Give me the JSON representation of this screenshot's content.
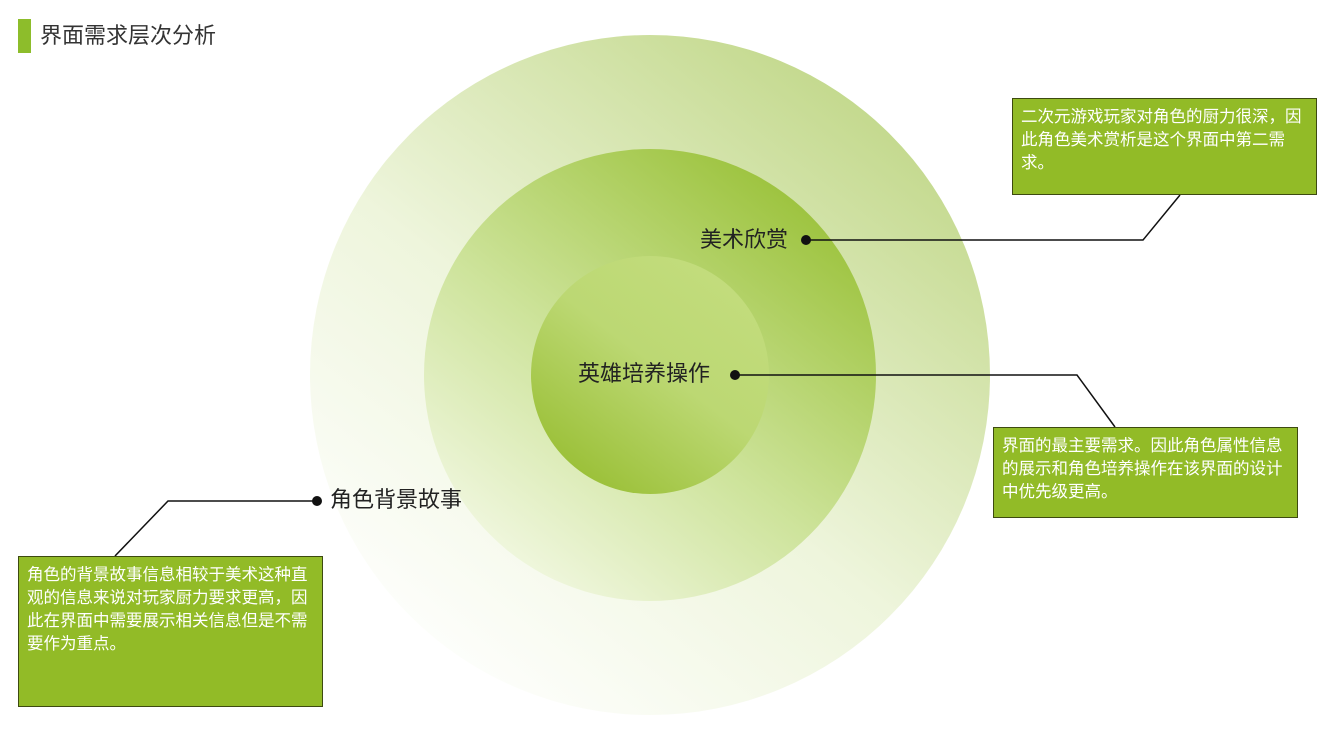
{
  "page": {
    "title": "界面需求层次分析"
  },
  "colors": {
    "accent": "#8dbd2b",
    "note_bg": "#92bb27",
    "outer_ring": "#c9dc97",
    "middle_ring": "#a8cc4f",
    "inner_ring": "#9cc13a"
  },
  "rings": {
    "inner": "英雄培养操作",
    "middle": "美术欣赏",
    "outer": "角色背景故事"
  },
  "notes": {
    "art": "二次元游戏玩家对角色的厨力很深，因此角色美术赏析是这个界面中第二需求。",
    "core": "界面的最主要需求。因此角色属性信息的展示和角色培养操作在该界面的设计中优先级更高。",
    "story": "角色的背景故事信息相较于美术这种直观的信息来说对玩家厨力要求更高，因此在界面中需要展示相关信息但是不需要作为重点。"
  }
}
